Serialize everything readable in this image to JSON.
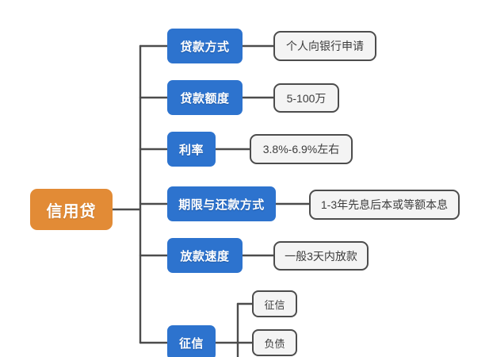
{
  "diagram": {
    "title": "信用贷",
    "type": "mind-map",
    "background_color": "#ffffff",
    "colors": {
      "root": "#e28b36",
      "branch": "#2d73ce",
      "leaf_fill": "#f4f4f4",
      "leaf_border": "#4c4c4c",
      "connector": "#4c4c4c",
      "root_text": "#ffffff",
      "branch_text": "#ffffff",
      "leaf_text": "#3d3d3d"
    },
    "root": {
      "label": "信用贷"
    },
    "branches": [
      {
        "label": "贷款方式",
        "detail": "个人向银行申请"
      },
      {
        "label": "贷款额度",
        "detail": "5-100万"
      },
      {
        "label": "利率",
        "detail": "3.8%-6.9%左右"
      },
      {
        "label": "期限与还款方式",
        "detail": "1-3年先息后本或等额本息"
      },
      {
        "label": "放款速度",
        "detail": "一般3天内放款"
      },
      {
        "label": "征信",
        "children": [
          {
            "label": "征信"
          },
          {
            "label": "负债"
          }
        ]
      }
    ]
  }
}
